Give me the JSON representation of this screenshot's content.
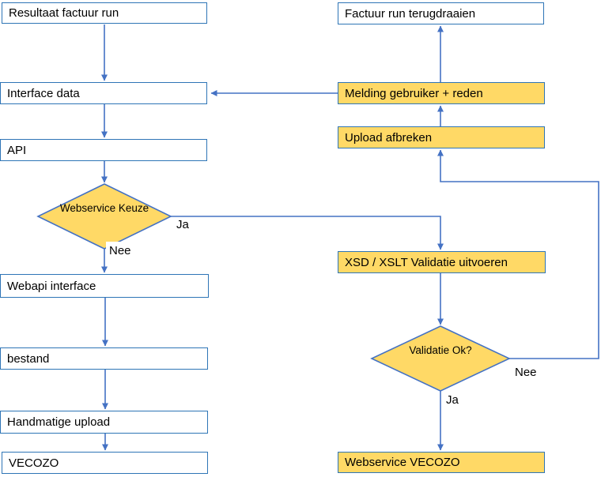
{
  "flowchart": {
    "nodes": {
      "resultaat_factuur_run": "Resultaat factuur run",
      "interface_data": "Interface data",
      "api": "API",
      "webservice_keuze": "Webservice Keuze",
      "webapi_interface": "Webapi interface",
      "bestand": "bestand",
      "handmatige_upload": "Handmatige upload",
      "vecozo": "VECOZO",
      "factuur_run_terugdraaien": "Factuur run terugdraaien",
      "melding_gebruiker_reden": "Melding gebruiker + reden",
      "upload_afbreken": "Upload afbreken",
      "xsd_xslt_validatie_uitvoeren": "XSD / XSLT Validatie uitvoeren",
      "validatie_ok": "Validatie Ok?",
      "webservice_vecozo": "Webservice VECOZO"
    },
    "edge_labels": {
      "keuze_ja": "Ja",
      "keuze_nee": "Nee",
      "validatie_ja": "Ja",
      "validatie_nee": "Nee"
    },
    "colors": {
      "highlight_fill": "#FFD966",
      "process_fill": "#FFFFFF",
      "shape_border": "#2E75B6",
      "diamond_border": "#4472C4",
      "connector": "#4472C4",
      "text": "#000000"
    }
  }
}
